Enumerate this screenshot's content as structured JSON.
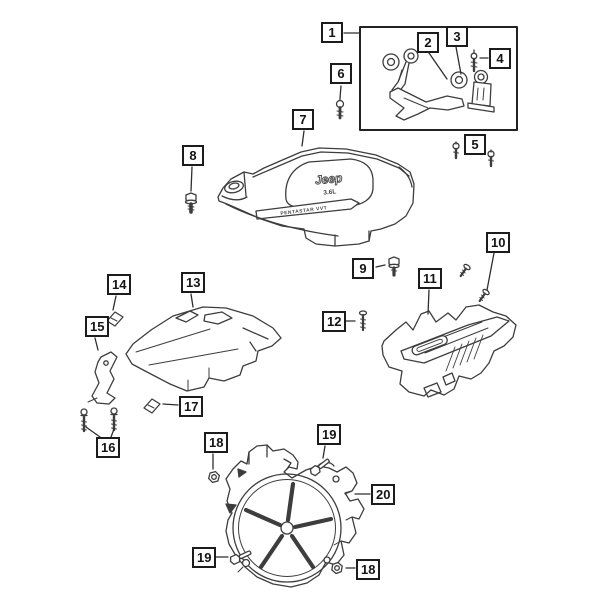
{
  "diagram": {
    "kind": "parts-diagram",
    "line_color": "#3d3d3d",
    "callout_border_color": "#1c1c1c",
    "background_color": "#ffffff"
  },
  "badge": {
    "brand": "Jeep",
    "displacement": "3.6L",
    "strip": "PENTASTAR VVT"
  },
  "callouts": {
    "c1": {
      "label": "1"
    },
    "c2": {
      "label": "2"
    },
    "c3": {
      "label": "3"
    },
    "c4": {
      "label": "4"
    },
    "c5": {
      "label": "5"
    },
    "c6": {
      "label": "6"
    },
    "c7": {
      "label": "7"
    },
    "c8": {
      "label": "8"
    },
    "c9": {
      "label": "9"
    },
    "c10": {
      "label": "10"
    },
    "c11": {
      "label": "11"
    },
    "c12": {
      "label": "12"
    },
    "c13": {
      "label": "13"
    },
    "c14": {
      "label": "14"
    },
    "c15": {
      "label": "15"
    },
    "c16": {
      "label": "16"
    },
    "c17": {
      "label": "17"
    },
    "c18_upper": {
      "label": "18"
    },
    "c18_lower": {
      "label": "18"
    },
    "c19_upper": {
      "label": "19"
    },
    "c19_lower": {
      "label": "19"
    },
    "c20": {
      "label": "20"
    }
  }
}
